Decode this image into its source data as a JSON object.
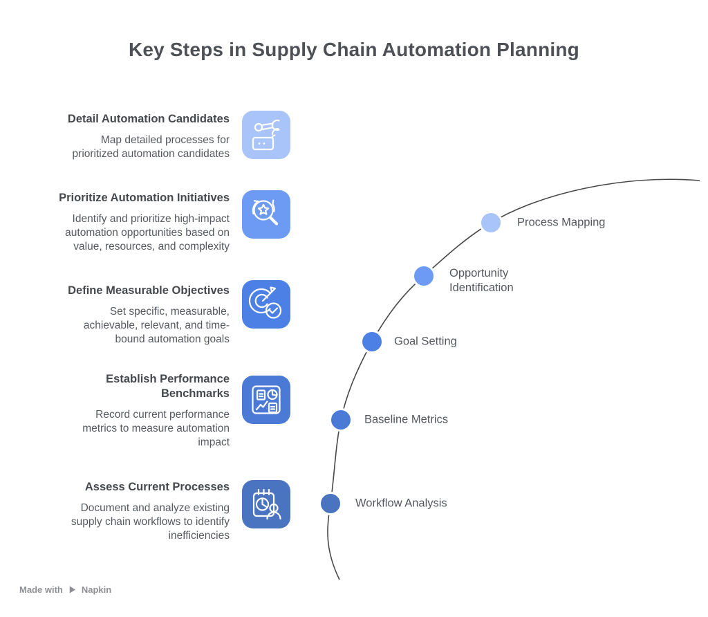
{
  "title": "Key Steps in Supply Chain Automation Planning",
  "steps": [
    {
      "title": "Detail Automation Candidates",
      "description": [
        "Map detailed processes for",
        "prioritized automation candidates"
      ],
      "icon": "robot-arm",
      "color": "#a9c4f8"
    },
    {
      "title": "Prioritize Automation Initiatives",
      "description": [
        "Identify and prioritize high-impact",
        "automation opportunities based on",
        "value, resources, and complexity"
      ],
      "icon": "magnifier-star-refresh",
      "color": "#6d9bf3"
    },
    {
      "title": "Define Measurable Objectives",
      "description": [
        "Set specific, measurable,",
        "achievable, relevant, and time-",
        "bound automation goals"
      ],
      "icon": "target-dart-check",
      "color": "#4d80e4"
    },
    {
      "title": [
        "Establish Performance",
        "Benchmarks"
      ],
      "description": [
        "Record current performance",
        "metrics to measure automation",
        "impact"
      ],
      "icon": "benchmark-dashboard",
      "color": "#4b79d6"
    },
    {
      "title": "Assess Current Processes",
      "description": [
        "Document and analyze existing",
        "supply chain workflows to identify",
        "inefficiencies"
      ],
      "icon": "calendar-pie-person",
      "color": "#4a73c0"
    }
  ],
  "timeline": {
    "line_color": "#474747",
    "nodes": [
      {
        "label": "Process Mapping",
        "color": "#a9c4f8"
      },
      {
        "label": [
          "Opportunity",
          "Identification"
        ],
        "color": "#6d9bf3"
      },
      {
        "label": "Goal Setting",
        "color": "#4d80e4"
      },
      {
        "label": "Baseline Metrics",
        "color": "#4b79d6"
      },
      {
        "label": "Workflow Analysis",
        "color": "#4a73c0"
      }
    ]
  },
  "watermark": {
    "text": "Made with",
    "brand": "Napkin"
  }
}
